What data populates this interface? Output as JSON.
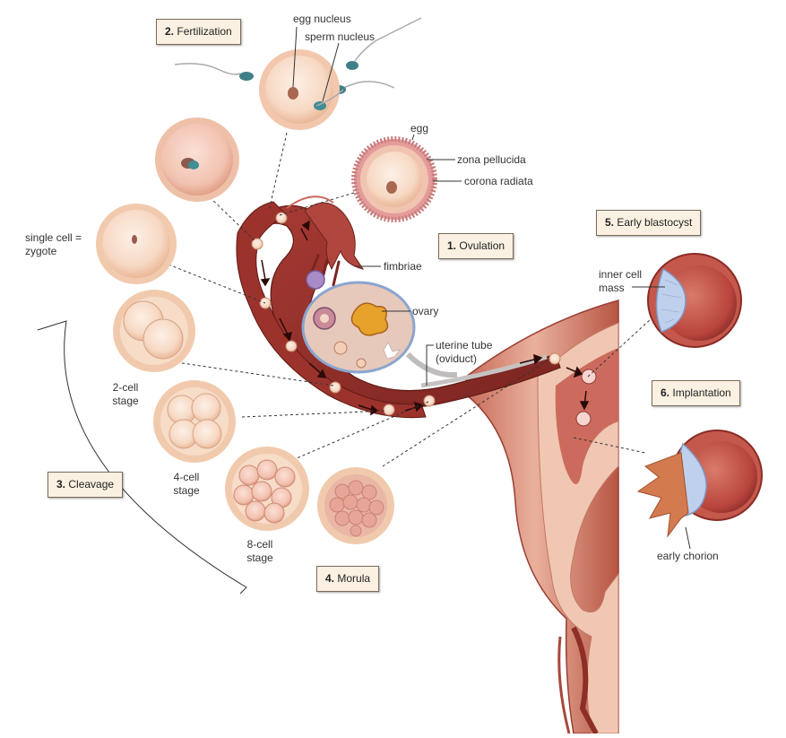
{
  "steps": {
    "fertilization": {
      "num": "2.",
      "text": "Fertilization"
    },
    "ovulation": {
      "num": "1.",
      "text": "Ovulation"
    },
    "cleavage": {
      "num": "3.",
      "text": "Cleavage"
    },
    "morula": {
      "num": "4.",
      "text": "Morula"
    },
    "early_blastocyst": {
      "num": "5.",
      "text": "Early blastocyst"
    },
    "implantation": {
      "num": "6.",
      "text": "Implantation"
    }
  },
  "labels": {
    "egg_nucleus": "egg nucleus",
    "sperm_nucleus": "sperm nucleus",
    "egg": "egg",
    "zona_pellucida": "zona pellucida",
    "corona_radiata": "corona radiata",
    "single_cell_line1": "single cell =",
    "single_cell_line2": "zygote",
    "fimbriae": "fimbriae",
    "ovary": "ovary",
    "uterine_tube_line1": "uterine tube",
    "uterine_tube_line2": "(oviduct)",
    "two_cell_line1": "2-cell",
    "two_cell_line2": "stage",
    "four_cell_line1": "4-cell",
    "four_cell_line2": "stage",
    "eight_cell_line1": "8-cell",
    "eight_cell_line2": "stage",
    "inner_cell_mass_line1": "inner cell",
    "inner_cell_mass_line2": "mass",
    "early_chorion": "early chorion"
  },
  "colors": {
    "tube": "#8b2a25",
    "tube_light": "#b44a40",
    "cell": "#f7d9c4",
    "cell_rim": "#eabf9e",
    "corona": "#e9a3a0",
    "ovary": "#e7c9bb",
    "uterus_wall": "#e7a792",
    "blastocyst": "#c2574c",
    "inner_mass": "#b8c8e6",
    "box_bg": "#fbf1e2"
  }
}
